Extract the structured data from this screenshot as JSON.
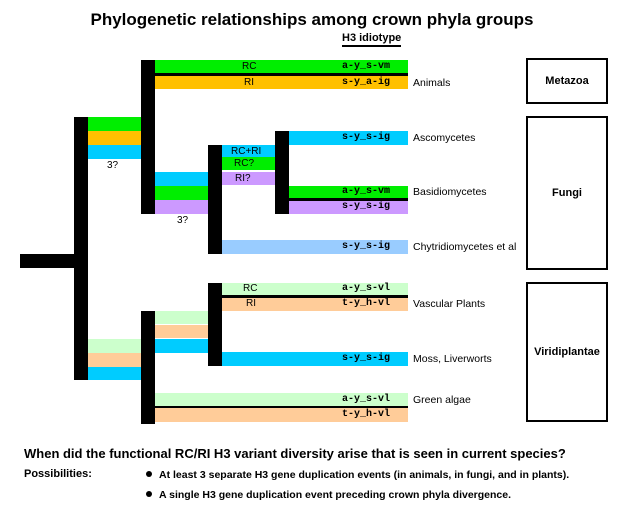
{
  "title": "Phylogenetic relationships among crown phyla groups",
  "h3_idiotype_header": "H3 idiotype",
  "colors": {
    "rc_green": "#00ee00",
    "ri_orange": "#ffc000",
    "blue": "#00ccff",
    "purple": "#cc99ff",
    "light_blue": "#99ccff",
    "light_green": "#ccffcc",
    "peach": "#ffcc99",
    "black": "#000000"
  },
  "rows": {
    "animals_rc": {
      "label": "RC",
      "idiotype": "a-y_s-vm"
    },
    "animals_ri": {
      "label": "RI",
      "idiotype": "s-y_a-ig",
      "taxon": "Animals"
    },
    "ascomycetes": {
      "idiotype": "s-y_s-ig",
      "taxon": "Ascomycetes"
    },
    "basidio_rc": {
      "idiotype": "a-y_s-vm",
      "taxon": "Basidiomycetes"
    },
    "basidio_ri": {
      "idiotype": "s-y_s-ig"
    },
    "chytrid": {
      "idiotype": "s-y_s-ig",
      "taxon": "Chytridiomycetes et al"
    },
    "vascular_rc": {
      "label": "RC",
      "idiotype": "a-y_s-vl"
    },
    "vascular_ri": {
      "label": "RI",
      "idiotype": "t-y_h-vl",
      "taxon": "Vascular Plants"
    },
    "moss": {
      "idiotype": "s-y_s-ig",
      "taxon": "Moss, Liverworts"
    },
    "green_algae_rc": {
      "idiotype": "a-y_s-vl",
      "taxon": "Green algae"
    },
    "green_algae_ri": {
      "idiotype": "t-y_h-vl"
    }
  },
  "fungi_node_labels": {
    "rcri": "RC+RI",
    "rc_q": "RC?",
    "ri_q": "RI?"
  },
  "question_marks": {
    "root": "3?",
    "fungi": "3?"
  },
  "groups": {
    "metazoa": "Metazoa",
    "fungi": "Fungi",
    "viridiplantae": "Viridiplantae"
  },
  "question": "When did the functional RC/RI H3 variant diversity arise that is seen in current species?",
  "possibilities_label": "Possibilities:",
  "possibilities": [
    "At least 3 separate H3 gene duplication events (in animals, in fungi, and in plants).",
    "A single H3 gene duplication event preceding crown phyla divergence."
  ]
}
